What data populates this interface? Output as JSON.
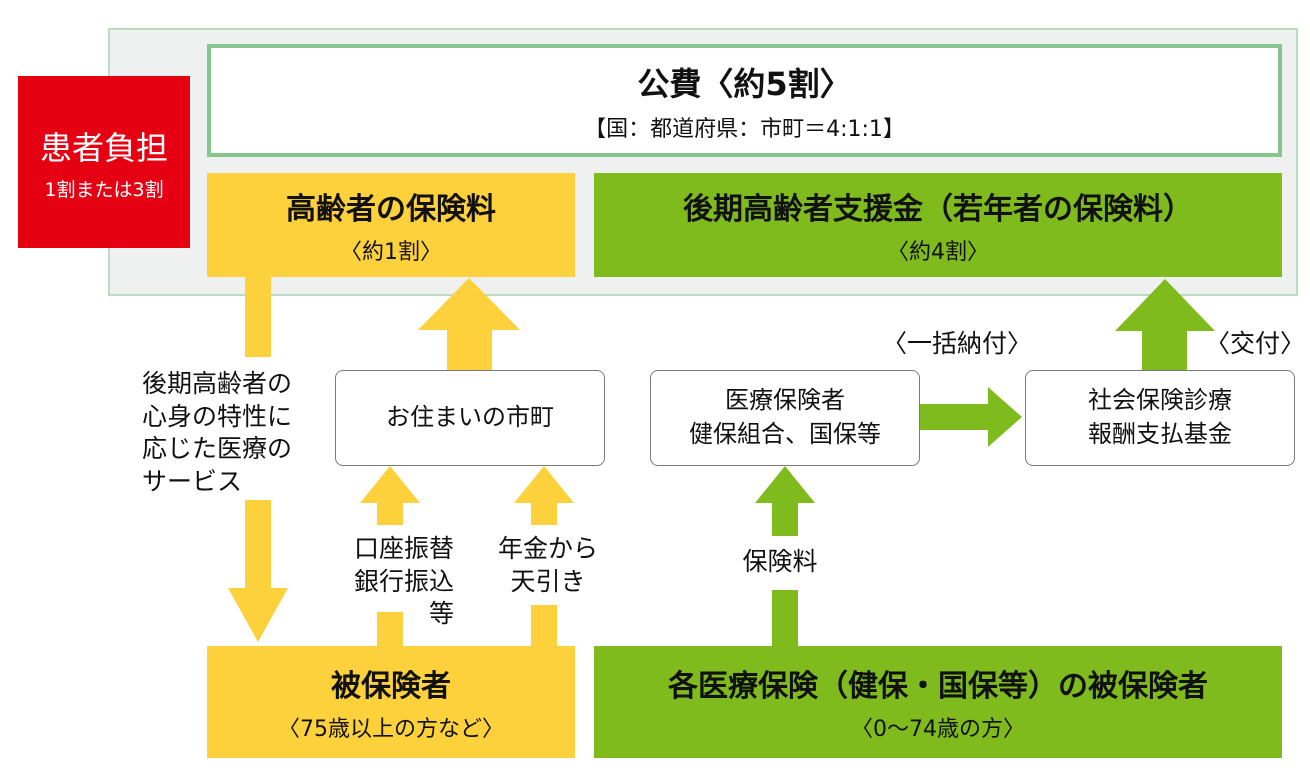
{
  "public_funds": {
    "title": "公費〈約5割〉",
    "detail": "【国：都道府県：市町＝4:1:1】"
  },
  "patient_burden": {
    "title": "患者負担",
    "detail": "1割または3割"
  },
  "elderly_premium": {
    "title": "高齢者の保険料",
    "detail": "〈約1割〉"
  },
  "support_grant": {
    "title": "後期高齢者支援金（若年者の保険料）",
    "detail": "〈約4割〉"
  },
  "city": {
    "label": "お住まいの市町"
  },
  "insurer": {
    "line1": "医療保険者",
    "line2": "健保組合、国保等"
  },
  "fund": {
    "line1": "社会保険診療",
    "line2": "報酬支払基金"
  },
  "insured": {
    "title": "被保険者",
    "detail": "〈75歳以上の方など〉"
  },
  "all_insured": {
    "title": "各医療保険（健保・国保等）の被保険者",
    "detail": "〈0〜74歳の方〉"
  },
  "labels": {
    "services_lines": [
      "後期高齢者の",
      "心身の特性に",
      "応じた医療の",
      "サービス"
    ],
    "account_lines": [
      "口座振替",
      "銀行振込",
      "等"
    ],
    "pension_lines": [
      "年金から",
      "天引き"
    ],
    "premium": "保険料",
    "lump_sum": "〈一括納付〉",
    "grant": "〈交付〉"
  },
  "colors": {
    "red": "#e50012",
    "yellow": "#fdd13b",
    "green": "#80bb1e",
    "light_green_border": "#86c58c",
    "frame_bg": "#eef1ef"
  }
}
